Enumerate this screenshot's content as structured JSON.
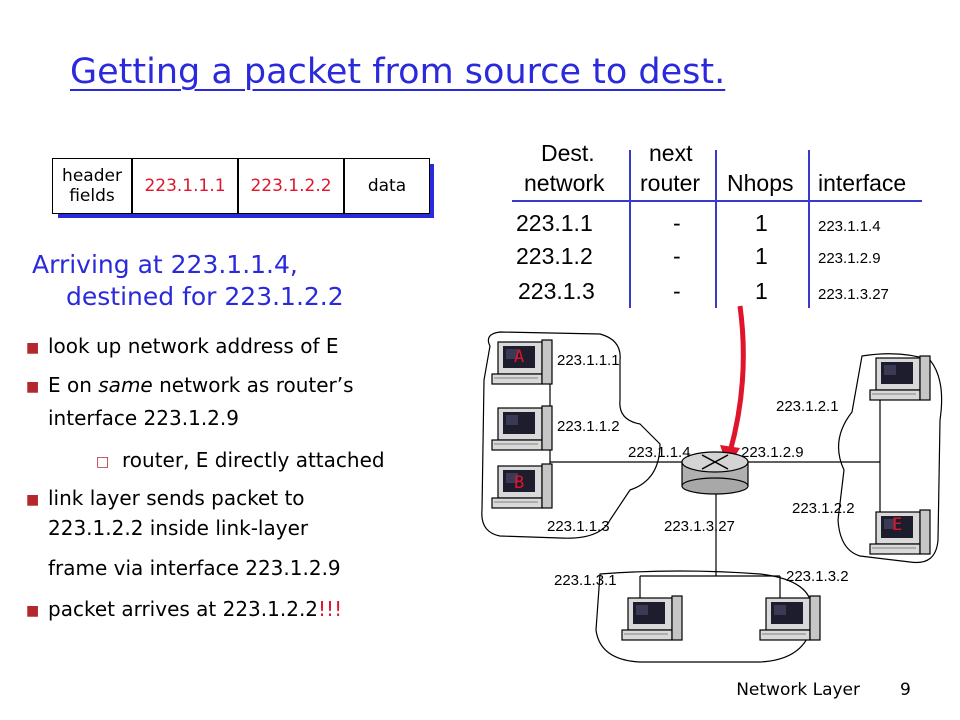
{
  "slide": {
    "title": "Getting a packet from source to dest.",
    "footer": "Network Layer",
    "page_number": "9"
  },
  "packet": {
    "fields": [
      {
        "label": "header\nfields",
        "color": "#000000"
      },
      {
        "label": "223.1.1.1",
        "color": "#e0142b"
      },
      {
        "label": "223.1.2.2",
        "color": "#e0142b"
      },
      {
        "label": "data",
        "color": "#000000"
      }
    ]
  },
  "intro": {
    "line1": "Arriving at 223.1.1.4,",
    "line2": "destined for 223.1.2.2"
  },
  "bullets": {
    "b1": "look up network address of E",
    "b2_pre": "E on ",
    "b2_em": "same",
    "b2_post": " network as router’s",
    "b2_line2": "interface 223.1.2.9",
    "sub1": "router, E directly attached",
    "b3_line1": "link layer sends packet to",
    "b3_line2": "223.1.2.2 inside link-layer",
    "b3_line3": "frame via interface 223.1.2.9",
    "b4": "packet arrives at 223.1.2.2",
    "b4_emph": "!!!"
  },
  "routing_table": {
    "headers": {
      "dest_top": "Dest.",
      "dest_bottom": "network",
      "next_top": "next",
      "next_bottom": "router",
      "nhops": "Nhops",
      "interface": "interface"
    },
    "rows": [
      {
        "network": "223.1.1",
        "router": "-",
        "nhops": "1",
        "interface": "223.1.1.4"
      },
      {
        "network": "223.1.2",
        "router": "-",
        "nhops": "1",
        "interface": "223.1.2.9"
      },
      {
        "network": "223.1.3",
        "router": "-",
        "nhops": "1",
        "interface": "223.1.3.27"
      }
    ]
  },
  "network": {
    "host_labels": {
      "a": "A",
      "b": "B",
      "e": "E"
    },
    "addresses": {
      "h_a": "223.1.1.1",
      "h_mid": "223.1.1.2",
      "h_b": "223.1.1.3",
      "r_if1": "223.1.1.4",
      "r_if2": "223.1.2.9",
      "r_if3": "223.1.3.27",
      "h_top_right": "223.1.2.1",
      "h_e": "223.1.2.2",
      "h_bl": "223.1.3.1",
      "h_br": "223.1.3.2"
    }
  },
  "colors": {
    "title": "#2a2adc",
    "highlight": "#e0142b",
    "bullet": "#b3272d",
    "table_line": "#3a3ac8"
  }
}
